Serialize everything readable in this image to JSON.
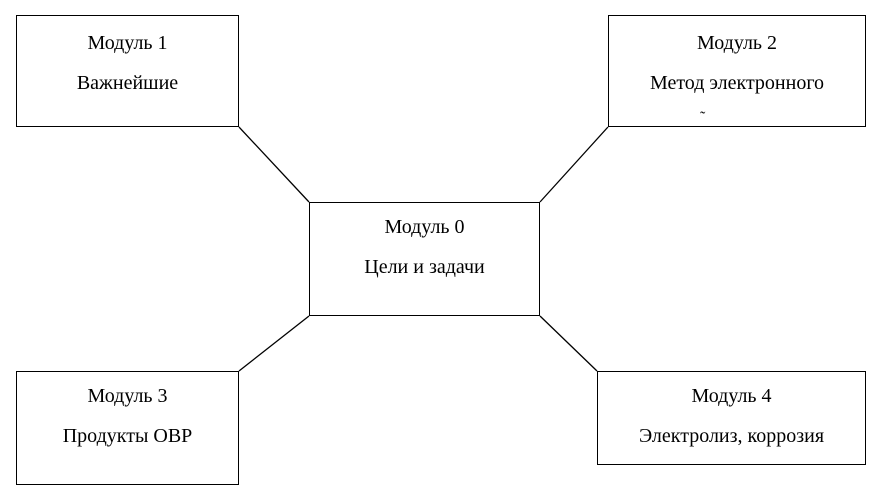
{
  "diagram": {
    "center": {
      "title": "Модуль 0",
      "subtitle": "Цели и задачи"
    },
    "modules": [
      {
        "id": "m1",
        "title": "Модуль 1",
        "subtitle": "Важнейшие"
      },
      {
        "id": "m2",
        "title": "Модуль 2",
        "subtitle": "Метод электронного",
        "cutoff_glyph": "˜"
      },
      {
        "id": "m3",
        "title": "Модуль 3",
        "subtitle": "Продукты ОВР"
      },
      {
        "id": "m4",
        "title": "Модуль 4",
        "subtitle": "Электролиз, коррозия"
      }
    ],
    "line_color": "#000000",
    "box_border_color": "#000000",
    "background_color": "#ffffff"
  }
}
